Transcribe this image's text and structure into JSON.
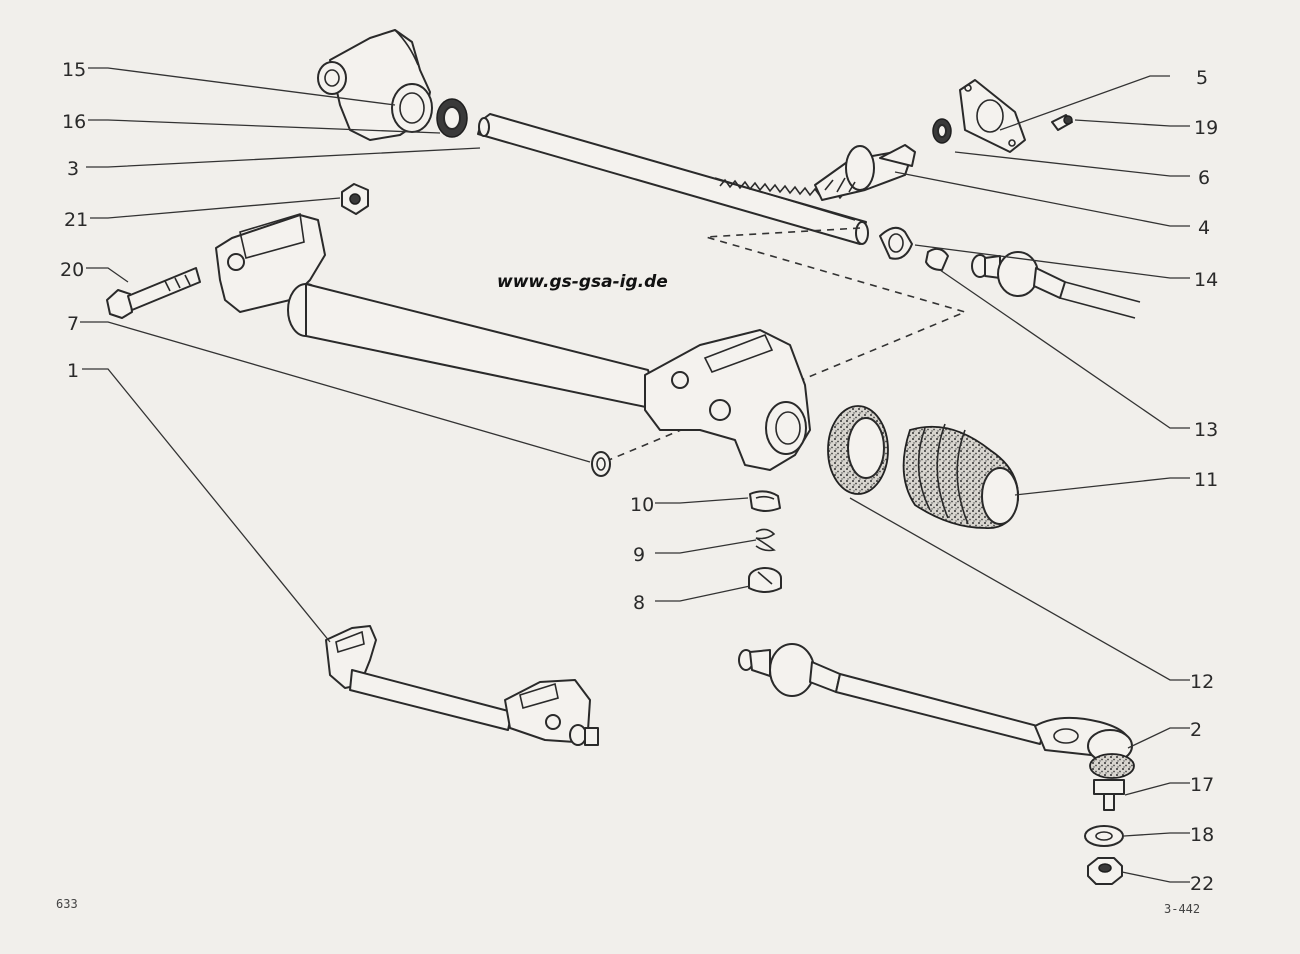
{
  "watermark": "www.gs-gsa-ig.de",
  "page_number": "633",
  "figure_ref": "3-442",
  "callouts": {
    "c1": "1",
    "c2": "2",
    "c3": "3",
    "c4": "4",
    "c5": "5",
    "c6": "6",
    "c7": "7",
    "c8": "8",
    "c9": "9",
    "c10": "10",
    "c11": "11",
    "c12": "12",
    "c13": "13",
    "c14": "14",
    "c15": "15",
    "c16": "16",
    "c17": "17",
    "c18": "18",
    "c19": "19",
    "c20": "20",
    "c21": "21",
    "c22": "22"
  }
}
